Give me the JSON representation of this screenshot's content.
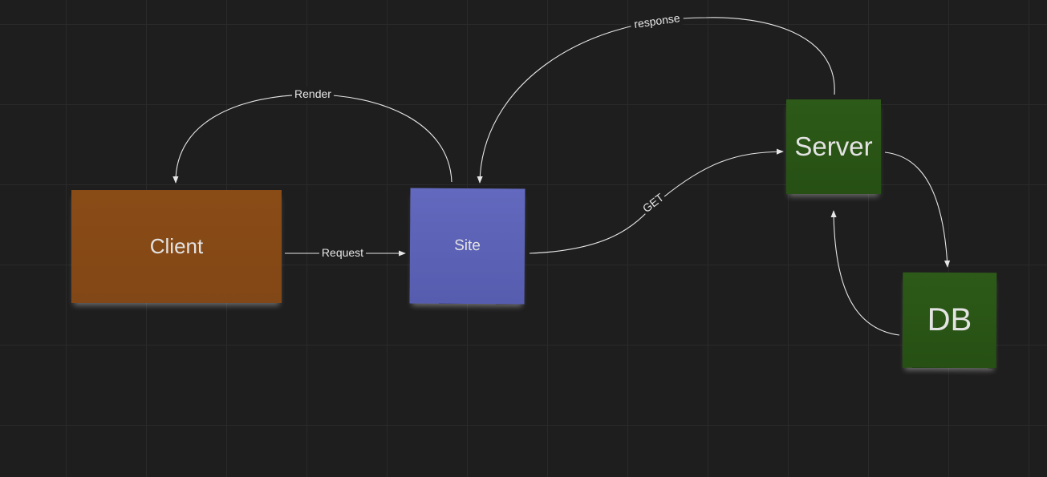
{
  "nodes": {
    "client": {
      "label": "Client",
      "color": "#864a16"
    },
    "site": {
      "label": "Site",
      "color": "#5d63b7"
    },
    "server": {
      "label": "Server",
      "color": "#2a5516"
    },
    "db": {
      "label": "DB",
      "color": "#2a5516"
    }
  },
  "edges": {
    "request": {
      "label": "Request",
      "from": "Client",
      "to": "Site"
    },
    "render": {
      "label": "Render",
      "from": "Site",
      "to": "Client"
    },
    "get": {
      "label": "GET",
      "from": "Site",
      "to": "Server"
    },
    "response": {
      "label": "response",
      "from": "Server",
      "to": "Site"
    },
    "query": {
      "label": "",
      "from": "Server",
      "to": "DB"
    },
    "result": {
      "label": "",
      "from": "DB",
      "to": "Server"
    }
  },
  "theme": {
    "background": "#1e1e1e",
    "grid": "#2a2a2a",
    "connector": "#e6e6e6"
  }
}
